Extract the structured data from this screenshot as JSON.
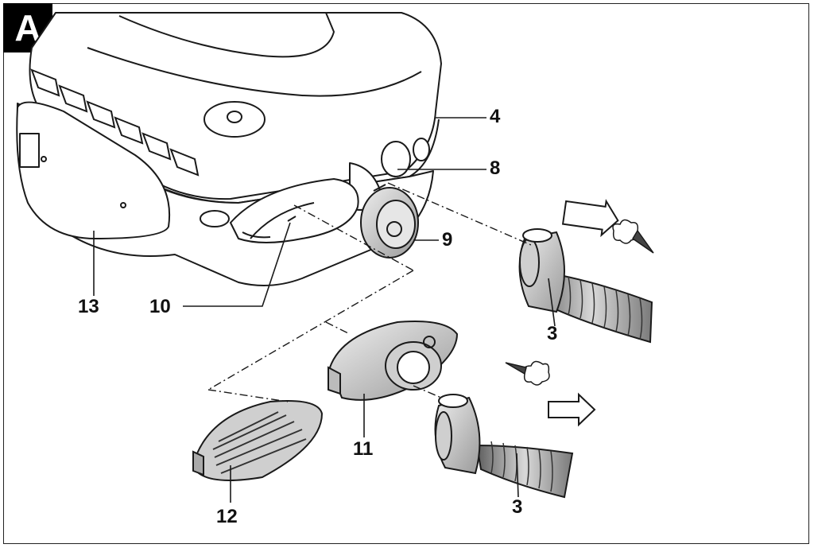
{
  "figure_label": "A",
  "callouts": {
    "c4": "4",
    "c8": "8",
    "c9": "9",
    "c3_top": "3",
    "c13": "13",
    "c10": "10",
    "c11": "11",
    "c12": "12",
    "c3_bottom": "3"
  },
  "colors": {
    "line": "#1a1a1a",
    "part_fill": "#d9d9d9",
    "part_dark": "#8c8c8c",
    "housing_fill": "#ffffff"
  }
}
